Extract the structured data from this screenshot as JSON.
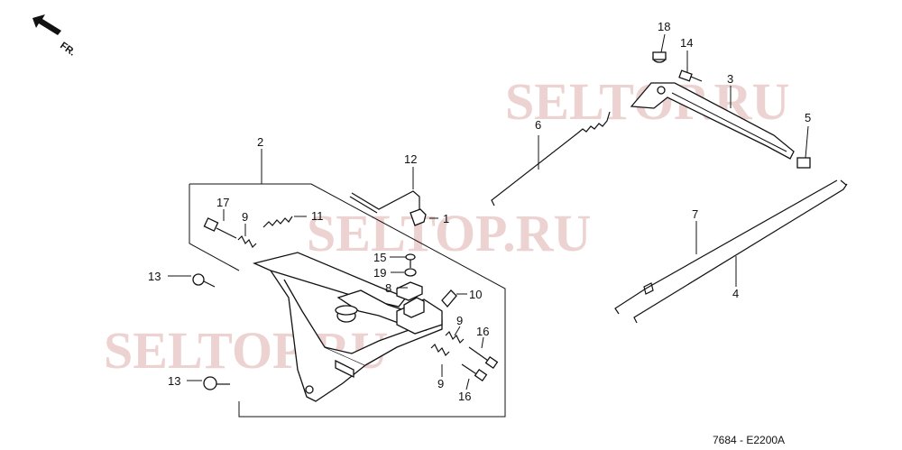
{
  "orientation": {
    "label": "FR."
  },
  "watermarks": [
    "SELTOP.RU",
    "SELTOP.RU",
    "SELTOP.RU"
  ],
  "callouts": [
    "1",
    "2",
    "3",
    "4",
    "5",
    "6",
    "7",
    "8",
    "9",
    "9",
    "9",
    "10",
    "11",
    "12",
    "13",
    "13",
    "14",
    "15",
    "16",
    "16",
    "17",
    "18",
    "19"
  ],
  "diagram_code": "7684 - E2200A"
}
